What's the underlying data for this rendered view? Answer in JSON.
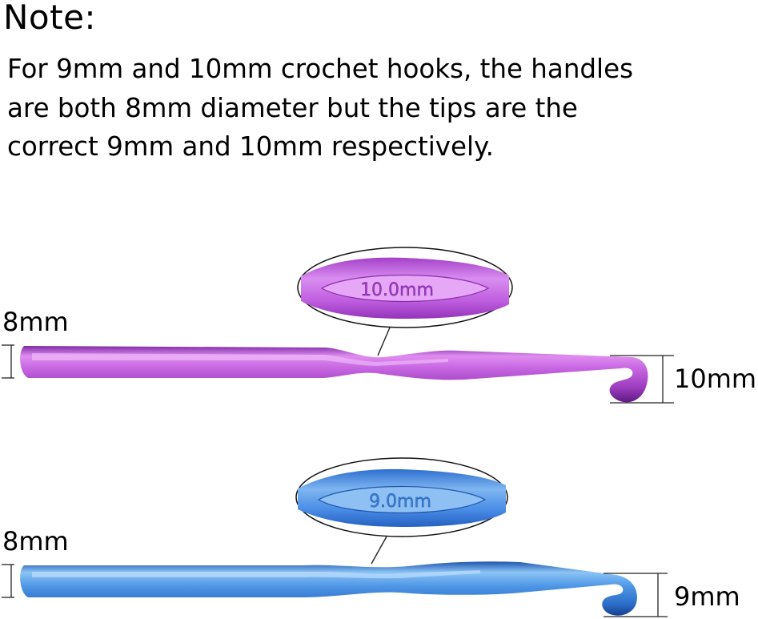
{
  "heading": "Note:",
  "note_lines": [
    "For 9mm and 10mm crochet hooks, the handles",
    "are both 8mm diameter but the tips are the",
    "correct 9mm and 10mm respectively."
  ],
  "hooks": [
    {
      "color": "#b24fd0",
      "engraving": "10.0mm",
      "handle_label": "8mm",
      "tip_label": "10mm"
    },
    {
      "color": "#2f7fd6",
      "engraving": "9.0mm",
      "handle_label": "8mm",
      "tip_label": "9mm"
    }
  ]
}
